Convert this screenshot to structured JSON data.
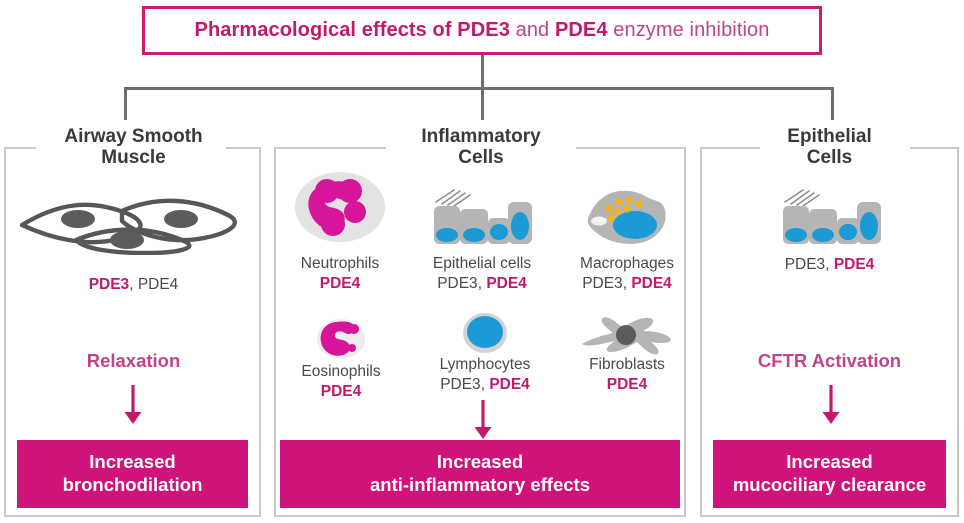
{
  "title": {
    "segments": [
      {
        "text": "Pharmacological effects of PDE3",
        "bold": true
      },
      {
        "text": " and ",
        "bold": false
      },
      {
        "text": "PDE4",
        "bold": true
      },
      {
        "text": " enzyme inhibition",
        "bold": false
      }
    ],
    "plain": "Pharmacological effects of PDE3 and PDE4 enzyme inhibition"
  },
  "colors": {
    "magenta": "#C2196F",
    "magenta_fill": "#D0127B",
    "magenta_soft": "#C2438B",
    "border_gray": "#C9C9C9",
    "connector_gray": "#6E6E6E",
    "text_gray": "#4A4A4A",
    "cell_gray": "#B5B5B5",
    "nucleus_blue": "#1B9AD6",
    "granule_yellow": "#F2B518"
  },
  "columns": [
    {
      "id": "airway-smooth-muscle",
      "header_line1": "Airway Smooth",
      "header_line2": "Muscle",
      "entries": [
        {
          "id": "smooth-muscle-cells",
          "icon": "smooth-muscle-cells-icon",
          "name": "",
          "pde": [
            {
              "text": "PDE3",
              "highlight": true
            },
            {
              "text": ", ",
              "highlight": false
            },
            {
              "text": "PDE4",
              "highlight": false
            }
          ],
          "pde_plain": "PDE3, PDE4"
        }
      ],
      "effect": "Relaxation",
      "outcome_line1": "Increased",
      "outcome_line2": "bronchodilation"
    },
    {
      "id": "inflammatory-cells",
      "header_line1": "Inflammatory",
      "header_line2": "Cells",
      "entries": [
        {
          "id": "neutrophils",
          "icon": "neutrophil-icon",
          "name": "Neutrophils",
          "pde": [
            {
              "text": "PDE4",
              "highlight": true
            }
          ],
          "pde_plain": "PDE4"
        },
        {
          "id": "epithelial-cells",
          "icon": "epithelial-cells-icon",
          "name": "Epithelial cells",
          "pde": [
            {
              "text": "PDE3",
              "highlight": false
            },
            {
              "text": ", ",
              "highlight": false
            },
            {
              "text": "PDE4",
              "highlight": true
            }
          ],
          "pde_plain": "PDE3, PDE4"
        },
        {
          "id": "macrophages",
          "icon": "macrophage-icon",
          "name": "Macrophages",
          "pde": [
            {
              "text": "PDE3",
              "highlight": false
            },
            {
              "text": ", ",
              "highlight": false
            },
            {
              "text": "PDE4",
              "highlight": true
            }
          ],
          "pde_plain": "PDE3, PDE4"
        },
        {
          "id": "eosinophils",
          "icon": "eosinophil-icon",
          "name": "Eosinophils",
          "pde": [
            {
              "text": "PDE4",
              "highlight": true
            }
          ],
          "pde_plain": "PDE4"
        },
        {
          "id": "lymphocytes",
          "icon": "lymphocyte-icon",
          "name": "Lymphocytes",
          "pde": [
            {
              "text": "PDE3",
              "highlight": false
            },
            {
              "text": ", ",
              "highlight": false
            },
            {
              "text": "PDE4",
              "highlight": true
            }
          ],
          "pde_plain": "PDE3, PDE4"
        },
        {
          "id": "fibroblasts",
          "icon": "fibroblast-icon",
          "name": "Fibroblasts",
          "pde": [
            {
              "text": "PDE4",
              "highlight": true
            }
          ],
          "pde_plain": "PDE4"
        }
      ],
      "effect": "",
      "outcome_line1": "Increased",
      "outcome_line2": "anti-inflammatory effects"
    },
    {
      "id": "epithelial-cells-column",
      "header_line1": "Epithelial",
      "header_line2": "Cells",
      "entries": [
        {
          "id": "epithelial-cells-right",
          "icon": "epithelial-cells-icon",
          "name": "",
          "pde": [
            {
              "text": "PDE3",
              "highlight": false
            },
            {
              "text": ", ",
              "highlight": false
            },
            {
              "text": "PDE4",
              "highlight": true
            }
          ],
          "pde_plain": "PDE3, PDE4"
        }
      ],
      "effect": "CFTR Activation",
      "outcome_line1": "Increased",
      "outcome_line2": "mucociliary clearance"
    }
  ]
}
